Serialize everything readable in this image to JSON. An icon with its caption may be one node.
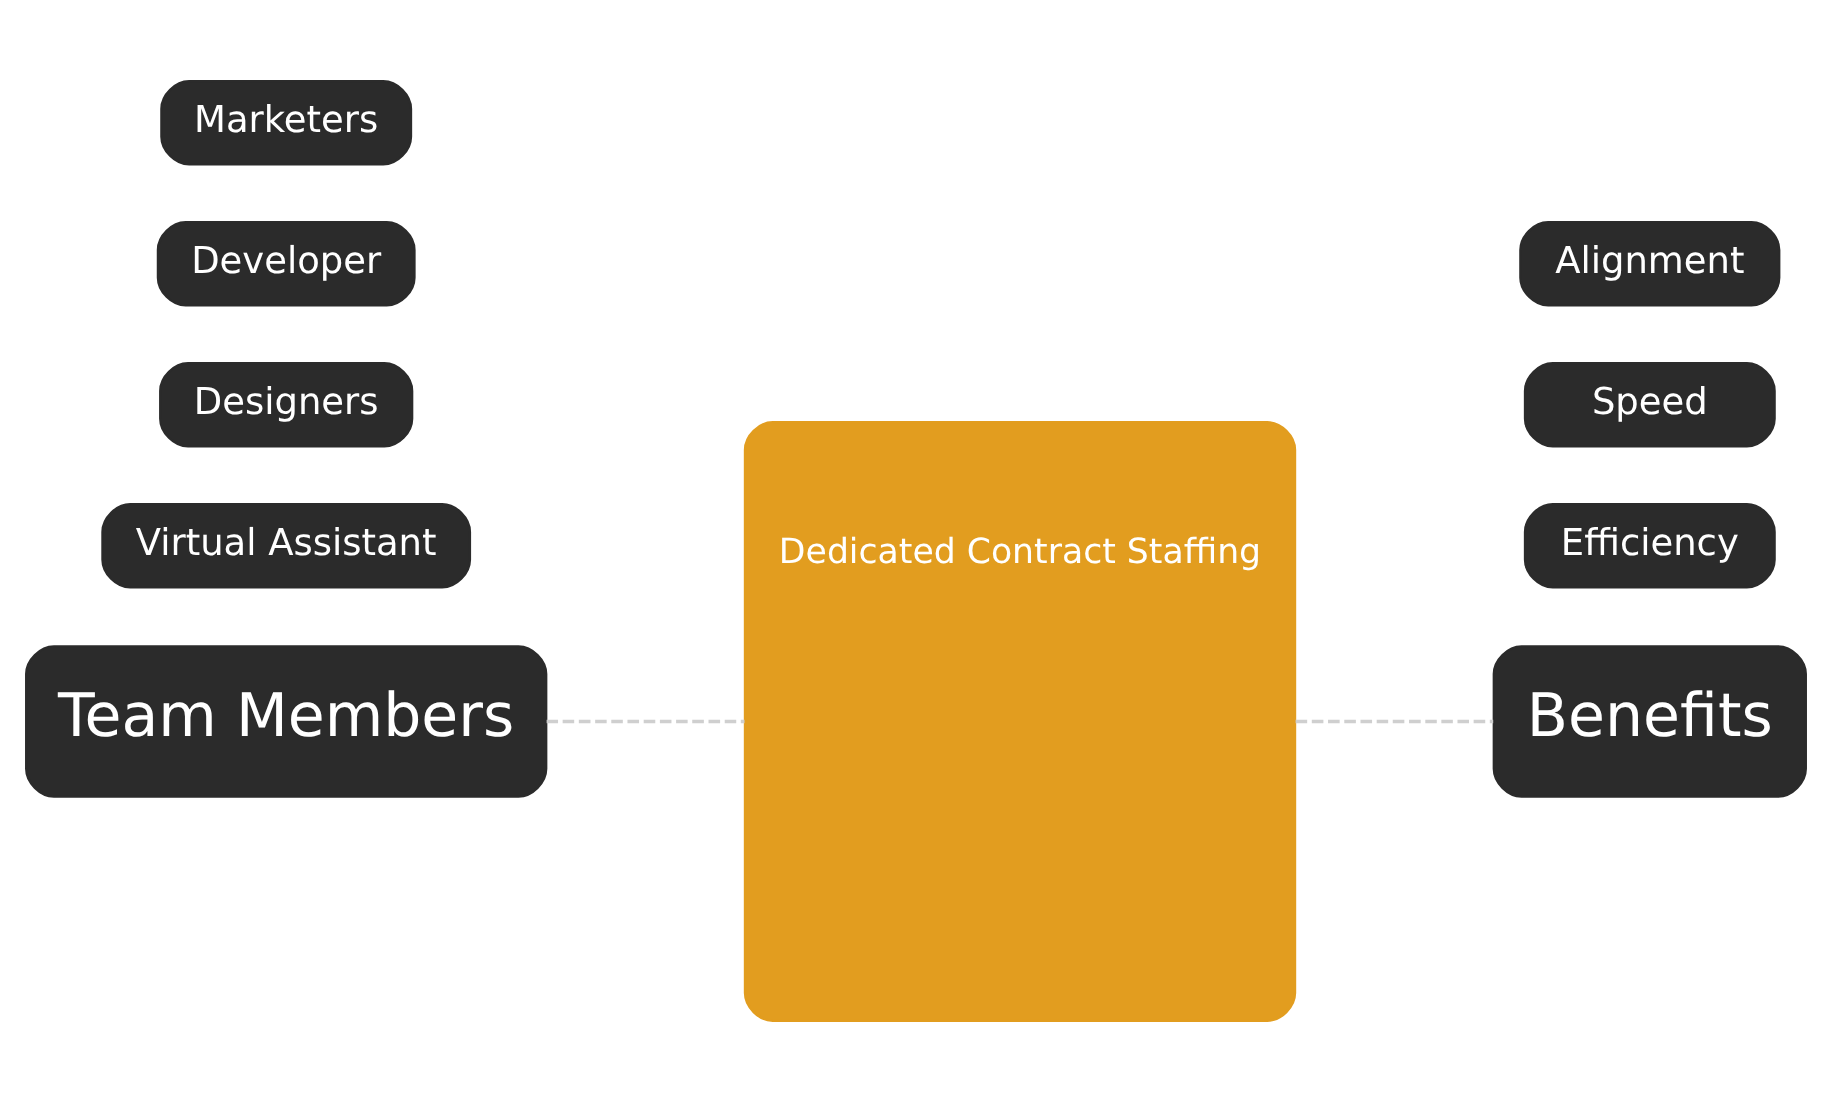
{
  "diagram": {
    "nodes": [
      {
        "text": [
          "Team Members"
        ]
      },
      {
        "text": [
          "Dedicated Contract Staffing"
        ]
      },
      {
        "text": [
          "Benefits"
        ]
      },
      {
        "text": [
          "Virtual Assistant"
        ]
      },
      {
        "text": [
          "Designers"
        ]
      },
      {
        "text": [
          "Developer"
        ]
      },
      {
        "text": [
          "Marketers"
        ]
      },
      {
        "text": [
          "Efficiency"
        ]
      },
      {
        "text": [
          "Speed"
        ]
      },
      {
        "text": [
          "Alignment"
        ]
      }
    ],
    "edges": [
      {
        "from": 0,
        "to": 1,
        "arrow": "none",
        "style": "dashed"
      },
      {
        "from": 1,
        "to": 2,
        "arrow": "none",
        "style": "dashed"
      }
    ]
  }
}
